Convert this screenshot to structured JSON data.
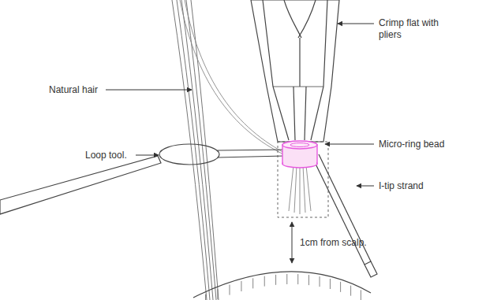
{
  "diagram": {
    "labels": [
      "Natural hair",
      "Loop tool.",
      "Crimp flat with pliers",
      "Micro-ring bead",
      "I-tip strand",
      "1cm from scalp."
    ]
  }
}
